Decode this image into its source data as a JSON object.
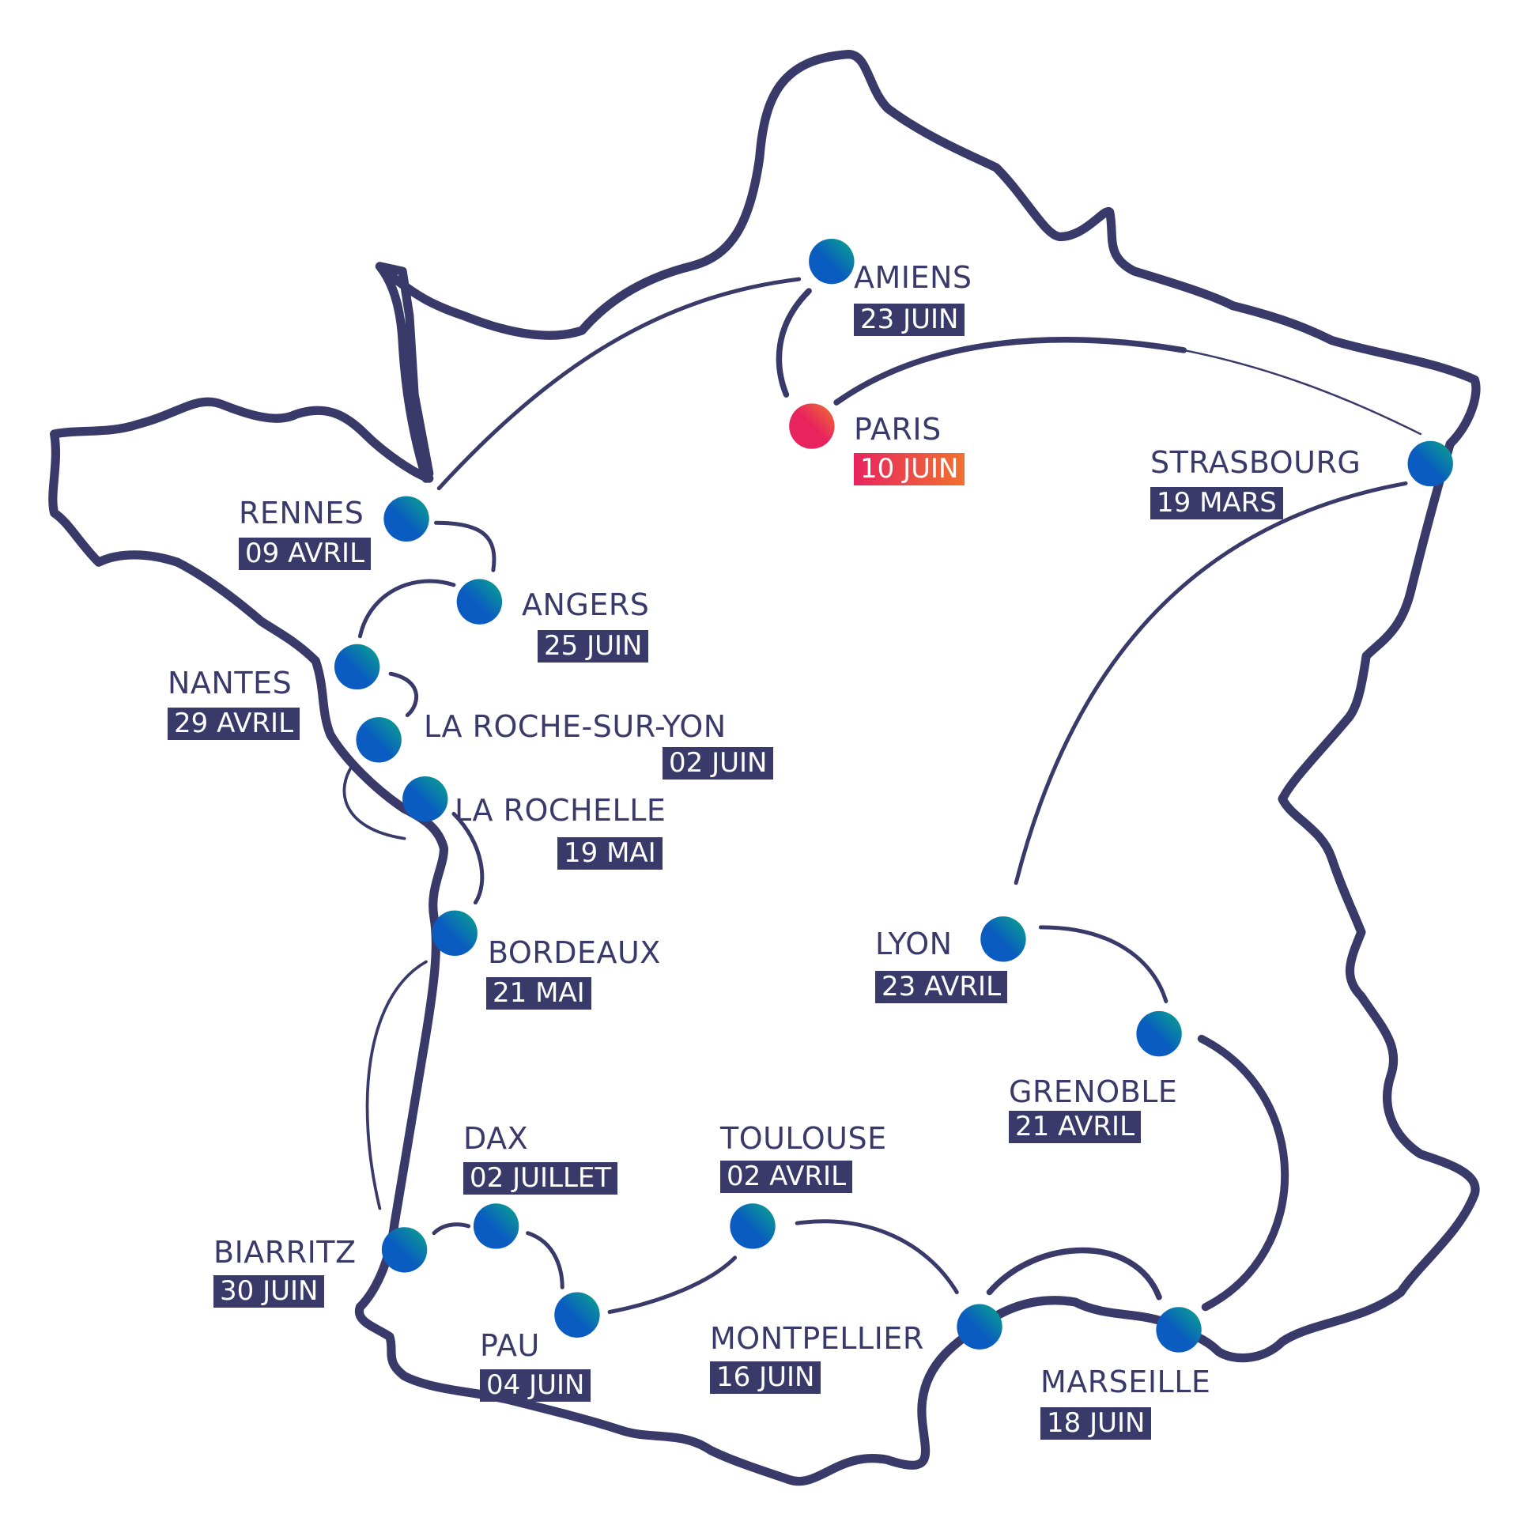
{
  "map": {
    "region": "France",
    "outline_color": "#3a3a6a",
    "route_color": "#3a3a6a",
    "marker_gradient": [
      "#0a8f8a",
      "#0a5cc0"
    ],
    "highlight_gradient": [
      "#e8245f",
      "#f0722e"
    ]
  },
  "cities": [
    {
      "name": "AMIENS",
      "date": "23 JUIN"
    },
    {
      "name": "PARIS",
      "date": "10 JUIN",
      "highlight": true
    },
    {
      "name": "STRASBOURG",
      "date": "19 MARS"
    },
    {
      "name": "RENNES",
      "date": "09 AVRIL"
    },
    {
      "name": "ANGERS",
      "date": "25 JUIN"
    },
    {
      "name": "NANTES",
      "date": "29 AVRIL"
    },
    {
      "name": "LA ROCHE-SUR-YON",
      "date": "02 JUIN"
    },
    {
      "name": "LA ROCHELLE",
      "date": "19 MAI"
    },
    {
      "name": "BORDEAUX",
      "date": "21 MAI"
    },
    {
      "name": "LYON",
      "date": "23 AVRIL"
    },
    {
      "name": "GRENOBLE",
      "date": "21 AVRIL"
    },
    {
      "name": "DAX",
      "date": "02 JUILLET"
    },
    {
      "name": "TOULOUSE",
      "date": "02 AVRIL"
    },
    {
      "name": "BIARRITZ",
      "date": "30 JUIN"
    },
    {
      "name": "PAU",
      "date": "04 JUIN"
    },
    {
      "name": "MONTPELLIER",
      "date": "16 JUIN"
    },
    {
      "name": "MARSEILLE",
      "date": "18 JUIN"
    }
  ]
}
